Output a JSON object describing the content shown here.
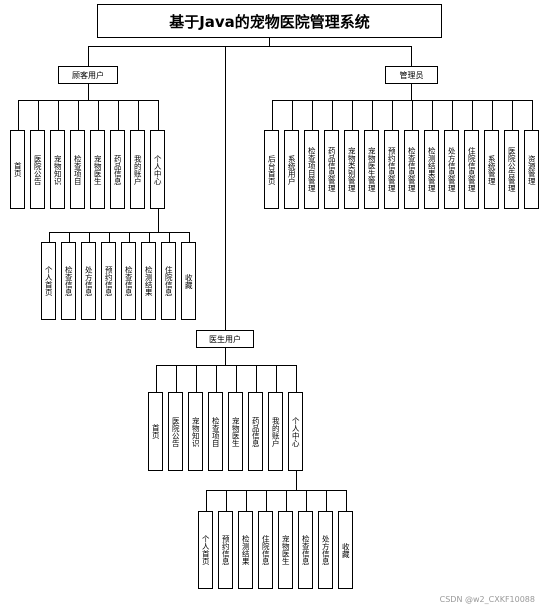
{
  "title": "基于Java的宠物医院管理系统",
  "groups": {
    "customer": {
      "label": "顾客用户",
      "items": [
        "首页",
        "医院公告",
        "宠物知识",
        "检查项目",
        "宠物医生",
        "药品信息",
        "我的账户",
        "个人中心"
      ],
      "center_items": [
        "个人首页",
        "检查信息",
        "处方信息",
        "预约信息",
        "检查信息",
        "检测结果",
        "住院信息",
        "收藏"
      ]
    },
    "admin": {
      "label": "管理员",
      "items": [
        "后台首页",
        "系统用户",
        "检查项目管理",
        "药品信息管理",
        "宠物类别管理",
        "宠物医生管理",
        "预约信息管理",
        "检查信息管理",
        "检测结果管理",
        "处方信息管理",
        "住院信息管理",
        "系统管理",
        "医院公告管理",
        "资源管理"
      ]
    },
    "doctor": {
      "label": "医生用户",
      "items": [
        "首页",
        "医院公告",
        "宠物知识",
        "检查项目",
        "宠物医生",
        "药品信息",
        "我的账户",
        "个人中心"
      ],
      "center_items": [
        "个人首页",
        "预约信息",
        "检测结果",
        "住院信息",
        "宠物医生",
        "检查信息",
        "处方信息",
        "收藏"
      ]
    }
  },
  "watermark": "CSDN @w2_CXKF10088"
}
